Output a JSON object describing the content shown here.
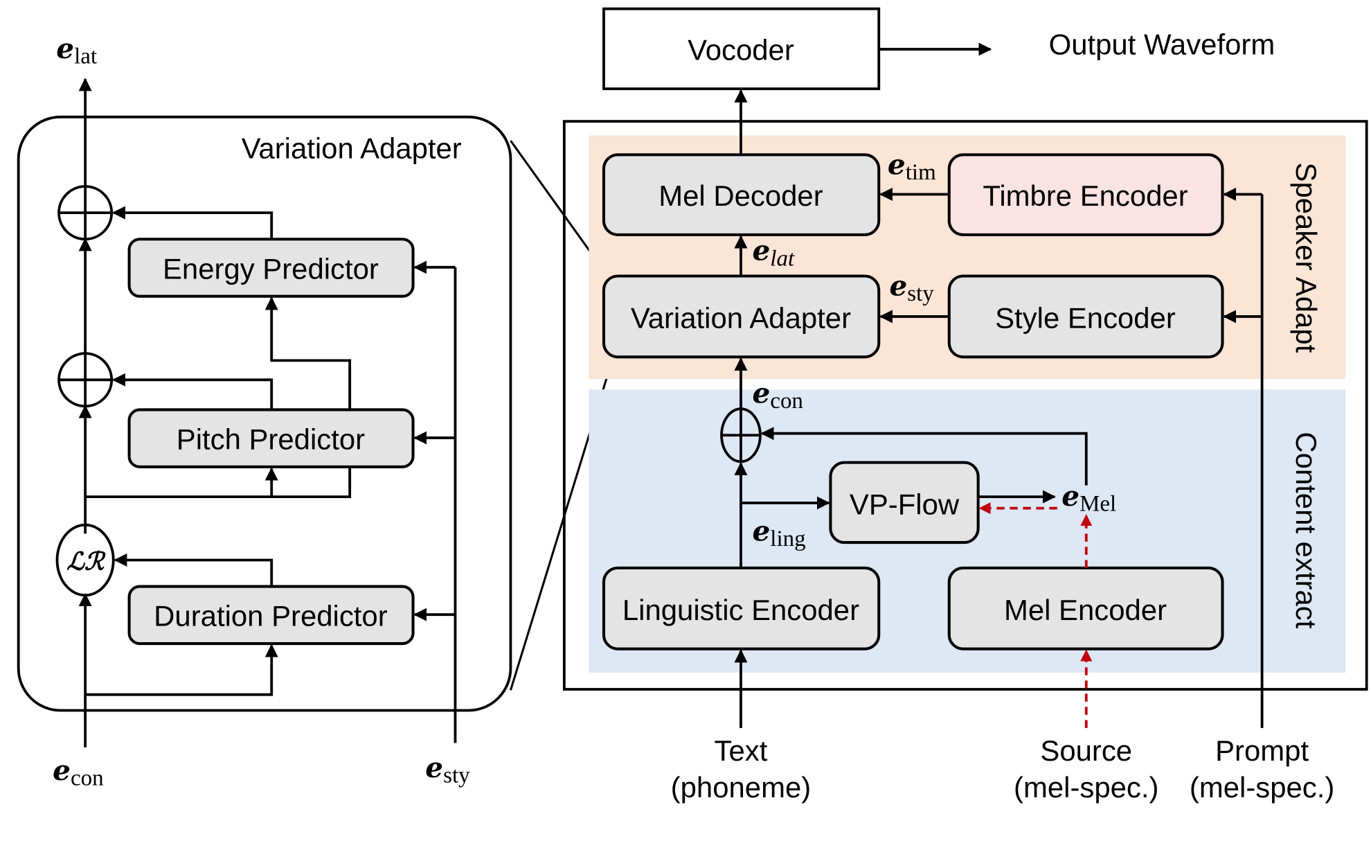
{
  "colors": {
    "block_fill": "#e4e4e4",
    "timbre_fill": "#f9e3e3",
    "speaker_adapt_bg": "#fbe5d6",
    "content_extract_bg": "#dde8f4",
    "dashed_arrow": "#c0000f",
    "line": "#000000"
  },
  "detail_panel": {
    "title": "Variation Adapter",
    "predictors": {
      "energy": "Energy Predictor",
      "pitch": "Pitch Predictor",
      "duration": "Duration Predictor"
    },
    "length_regulator": "ℒℛ",
    "output": {
      "base": "e",
      "sub": "lat"
    },
    "input_content": {
      "base": "e",
      "sub": "con"
    },
    "input_style": {
      "base": "e",
      "sub": "sty"
    }
  },
  "main": {
    "vocoder": "Vocoder",
    "output_label": "Output Waveform",
    "mel_decoder": "Mel Decoder",
    "timbre_encoder": "Timbre Encoder",
    "variation_adapter": "Variation Adapter",
    "style_encoder": "Style Encoder",
    "vp_flow": "VP-Flow",
    "linguistic_encoder": "Linguistic Encoder",
    "mel_encoder": "Mel Encoder",
    "group_speaker": "Speaker Adapt",
    "group_content": "Content extract",
    "signals": {
      "tim": {
        "base": "e",
        "sub": "tim"
      },
      "lat": {
        "base": "e",
        "sub": "lat"
      },
      "sty": {
        "base": "e",
        "sub": "sty"
      },
      "con": {
        "base": "e",
        "sub": "con"
      },
      "ling": {
        "base": "e",
        "sub": "ling"
      },
      "mel": {
        "base": "e",
        "sub": "Mel"
      }
    },
    "inputs": {
      "text": {
        "line1": "Text",
        "line2": "(phoneme)"
      },
      "source": {
        "line1": "Source",
        "line2": "(mel-spec.)"
      },
      "prompt": {
        "line1": "Prompt",
        "line2": "(mel-spec.)"
      }
    }
  }
}
